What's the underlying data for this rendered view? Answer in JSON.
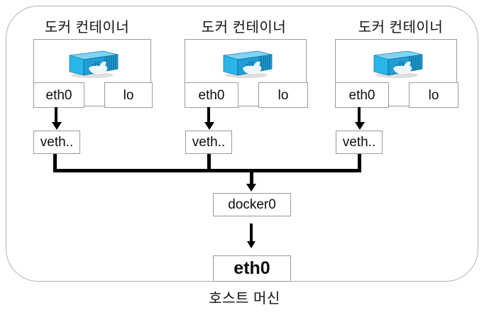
{
  "diagram": {
    "host": {
      "label": "호스트 머신",
      "boundary_name": "host-machine-boundary"
    },
    "containers": [
      {
        "title": "도커 컨테이너",
        "icon": "docker-container-icon",
        "interfaces": [
          {
            "name": "eth0"
          },
          {
            "name": "lo"
          }
        ],
        "veth": "veth.."
      },
      {
        "title": "도커 컨테이너",
        "icon": "docker-container-icon",
        "interfaces": [
          {
            "name": "eth0"
          },
          {
            "name": "lo"
          }
        ],
        "veth": "veth.."
      },
      {
        "title": "도커 컨테이너",
        "icon": "docker-container-icon",
        "interfaces": [
          {
            "name": "eth0"
          },
          {
            "name": "lo"
          }
        ],
        "veth": "veth.."
      }
    ],
    "bridge": {
      "label": "docker0"
    },
    "host_nic": {
      "label": "eth0"
    },
    "colors": {
      "container_body": "#29b6e8",
      "container_side": "#1a7fb5",
      "container_top": "#7fd4f5",
      "border": "#9a9a9a",
      "boundary": "#b0b0b0",
      "line": "#000000",
      "text": "#111111"
    }
  }
}
